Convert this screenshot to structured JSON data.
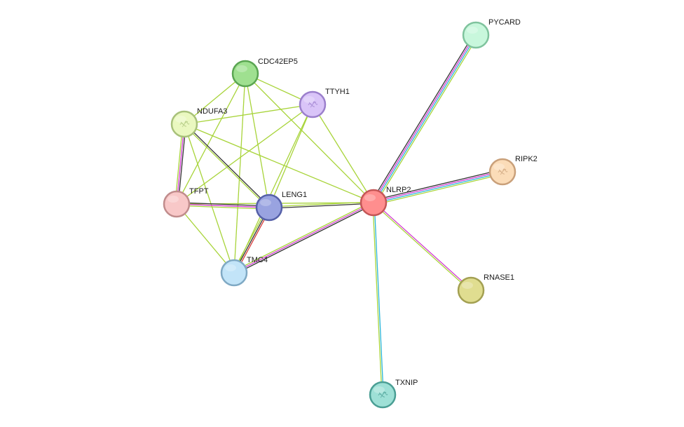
{
  "network": {
    "nodes": [
      {
        "id": "PYCARD",
        "label": "PYCARD",
        "fill": "#c8f7dc",
        "stroke": "#7fc39d",
        "icon": "none"
      },
      {
        "id": "CDC42EP5",
        "label": "CDC42EP5",
        "fill": "#9fe090",
        "stroke": "#5aa552",
        "icon": "none"
      },
      {
        "id": "TTYH1",
        "label": "TTYH1",
        "fill": "#d9c4f8",
        "stroke": "#9b7fcc",
        "icon": "protein-structure-icon"
      },
      {
        "id": "NDUFA3",
        "label": "NDUFA3",
        "fill": "#eaf8c0",
        "stroke": "#a8c17a",
        "icon": "protein-structure-icon"
      },
      {
        "id": "RIPK2",
        "label": "RIPK2",
        "fill": "#fbdcb8",
        "stroke": "#c9a07a",
        "icon": "protein-structure-icon"
      },
      {
        "id": "TFPT",
        "label": "TFPT",
        "fill": "#f8c8c8",
        "stroke": "#c08c8c",
        "icon": "none"
      },
      {
        "id": "LENG1",
        "label": "LENG1",
        "fill": "#99a3e0",
        "stroke": "#5560a8",
        "icon": "none"
      },
      {
        "id": "NLRP2",
        "label": "NLRP2",
        "fill": "#ff8e8e",
        "stroke": "#c45656",
        "icon": "none"
      },
      {
        "id": "TMC4",
        "label": "TMC4",
        "fill": "#c2e4f8",
        "stroke": "#7fa9c4",
        "icon": "none"
      },
      {
        "id": "RNASE1",
        "label": "RNASE1",
        "fill": "#e0dd90",
        "stroke": "#a3a052",
        "icon": "none"
      },
      {
        "id": "TXNIP",
        "label": "TXNIP",
        "fill": "#9ee0d6",
        "stroke": "#4a9e94",
        "icon": "protein-structure-icon"
      }
    ],
    "edges": [
      {
        "source": "NLRP2",
        "target": "PYCARD",
        "colors": [
          "#333333",
          "#d23ad2",
          "#2ab5d6",
          "#a8d43a"
        ]
      },
      {
        "source": "NLRP2",
        "target": "RIPK2",
        "colors": [
          "#333333",
          "#d23ad2",
          "#2ab5d6",
          "#a8d43a"
        ]
      },
      {
        "source": "NLRP2",
        "target": "RNASE1",
        "colors": [
          "#d23ad2",
          "#a8d43a"
        ]
      },
      {
        "source": "NLRP2",
        "target": "TXNIP",
        "colors": [
          "#2ab5d6",
          "#a8d43a"
        ]
      },
      {
        "source": "NLRP2",
        "target": "TMC4",
        "colors": [
          "#333333",
          "#d23ad2",
          "#a8d43a"
        ]
      },
      {
        "source": "NLRP2",
        "target": "LENG1",
        "colors": [
          "#333333",
          "#a8d43a"
        ]
      },
      {
        "source": "NLRP2",
        "target": "TFPT",
        "colors": [
          "#a8d43a"
        ]
      },
      {
        "source": "NLRP2",
        "target": "NDUFA3",
        "colors": [
          "#a8d43a"
        ]
      },
      {
        "source": "NLRP2",
        "target": "TTYH1",
        "colors": [
          "#a8d43a"
        ]
      },
      {
        "source": "NLRP2",
        "target": "CDC42EP5",
        "colors": [
          "#a8d43a"
        ]
      },
      {
        "source": "CDC42EP5",
        "target": "TTYH1",
        "colors": [
          "#a8d43a"
        ]
      },
      {
        "source": "CDC42EP5",
        "target": "NDUFA3",
        "colors": [
          "#a8d43a"
        ]
      },
      {
        "source": "CDC42EP5",
        "target": "TFPT",
        "colors": [
          "#a8d43a"
        ]
      },
      {
        "source": "CDC42EP5",
        "target": "LENG1",
        "colors": [
          "#a8d43a"
        ]
      },
      {
        "source": "CDC42EP5",
        "target": "TMC4",
        "colors": [
          "#a8d43a"
        ]
      },
      {
        "source": "TTYH1",
        "target": "NDUFA3",
        "colors": [
          "#a8d43a"
        ]
      },
      {
        "source": "TTYH1",
        "target": "TFPT",
        "colors": [
          "#a8d43a"
        ]
      },
      {
        "source": "TTYH1",
        "target": "LENG1",
        "colors": [
          "#a8d43a"
        ]
      },
      {
        "source": "TTYH1",
        "target": "TMC4",
        "colors": [
          "#a8d43a"
        ]
      },
      {
        "source": "NDUFA3",
        "target": "TFPT",
        "colors": [
          "#333333",
          "#d23ad2",
          "#a8d43a"
        ]
      },
      {
        "source": "NDUFA3",
        "target": "LENG1",
        "colors": [
          "#333333",
          "#a8d43a"
        ]
      },
      {
        "source": "NDUFA3",
        "target": "TMC4",
        "colors": [
          "#a8d43a"
        ]
      },
      {
        "source": "TFPT",
        "target": "LENG1",
        "colors": [
          "#333333",
          "#d23ad2",
          "#a8d43a"
        ]
      },
      {
        "source": "TFPT",
        "target": "TMC4",
        "colors": [
          "#a8d43a"
        ]
      },
      {
        "source": "LENG1",
        "target": "TMC4",
        "colors": [
          "#d63a3a",
          "#333333",
          "#a8d43a"
        ]
      }
    ]
  }
}
